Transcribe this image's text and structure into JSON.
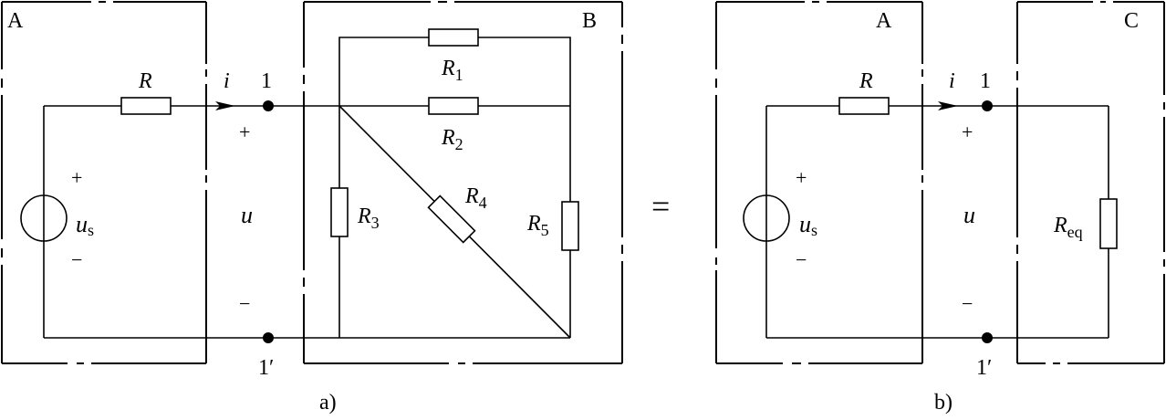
{
  "diagram": {
    "type": "circuit",
    "subfigures": [
      {
        "caption": "a)",
        "blocks": [
          {
            "id": "A",
            "label": "A"
          },
          {
            "id": "B",
            "label": "B"
          }
        ]
      },
      {
        "caption": "b)",
        "blocks": [
          {
            "id": "A",
            "label": "A"
          },
          {
            "id": "C",
            "label": "C"
          }
        ]
      }
    ],
    "equals_sign": "=",
    "labels": {
      "R": "R",
      "R_sub_1": "1",
      "R_sub_2": "2",
      "R_sub_3": "3",
      "R_sub_4": "4",
      "R_sub_5": "5",
      "R_eq_sub": "eq",
      "current": "i",
      "voltage": "u",
      "source_main": "u",
      "source_sub": "s",
      "plus": "+",
      "minus": "−",
      "terminal_1": "1",
      "terminal_1p": "1′"
    },
    "components": [
      {
        "name": "R",
        "type": "resistor",
        "block": "A"
      },
      {
        "name": "us",
        "type": "voltage-source",
        "block": "A"
      },
      {
        "name": "R1",
        "type": "resistor",
        "block": "B"
      },
      {
        "name": "R2",
        "type": "resistor",
        "block": "B"
      },
      {
        "name": "R3",
        "type": "resistor",
        "block": "B"
      },
      {
        "name": "R4",
        "type": "resistor",
        "block": "B"
      },
      {
        "name": "R5",
        "type": "resistor",
        "block": "B"
      },
      {
        "name": "Req",
        "type": "resistor",
        "block": "C"
      }
    ]
  }
}
